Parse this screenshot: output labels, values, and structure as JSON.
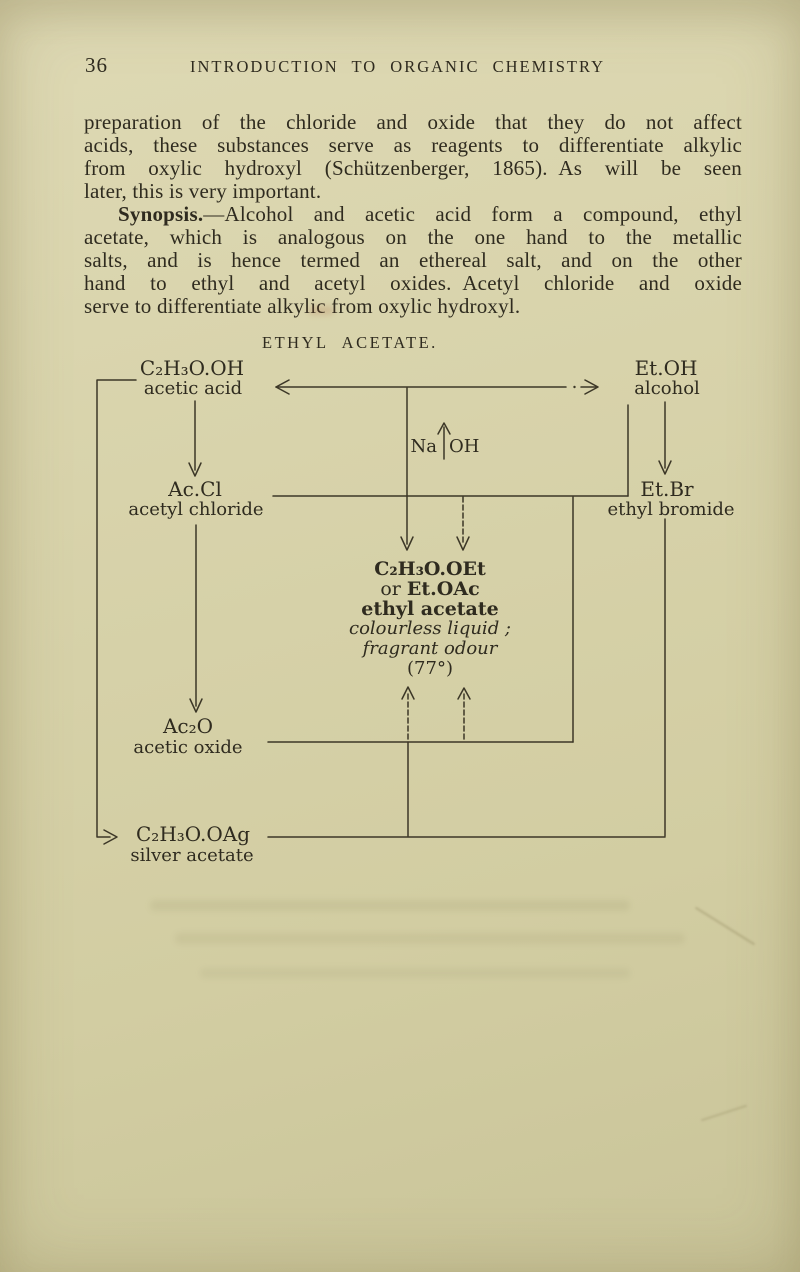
{
  "page": {
    "page_number": "36",
    "running_title": "INTRODUCTION TO ORGANIC CHEMISTRY"
  },
  "paragraphs": {
    "p1_lines": [
      "preparation of the chloride and oxide that they do not affect",
      "acids, these substances serve as reagents to differentiate alkylic",
      "from oxylic hydroxyl (Schützenberger, 1865). As will be seen",
      "later, this is very important."
    ],
    "p2_bold": "Synopsis.",
    "p2_rest": "—Alcohol and acetic acid form a compound, ethyl",
    "p2_lines": [
      "acetate, which is analogous on the one hand to the metallic",
      "salts, and is hence termed an ethereal salt, and on the other",
      "hand to ethyl and acetyl oxides. Acetyl chloride and oxide",
      "serve to differentiate alkylic from oxylic hydroxyl."
    ]
  },
  "section_title": "ETHYL ACETATE.",
  "diagram": {
    "acetic_acid": {
      "formula": "C₂H₃O.OH",
      "name": "acetic acid"
    },
    "alcohol": {
      "formula": "Et.OH",
      "name": "alcohol"
    },
    "reagent": {
      "na": "Na",
      "oh": "OH"
    },
    "acetyl_chloride": {
      "formula": "Ac.Cl",
      "name": "acetyl chloride"
    },
    "ethyl_bromide": {
      "formula": "Et.Br",
      "name": "ethyl bromide"
    },
    "acetic_oxide": {
      "formula": "Ac₂O",
      "name": "acetic oxide"
    },
    "silver_acetate": {
      "formula": "C₂H₃O.OAg",
      "name": "silver acetate"
    },
    "product": {
      "formula": "C₂H₃O.OEt",
      "or_word": "or",
      "alt_formula": "Et.OAc",
      "name": "ethyl acetate",
      "property1": "colourless liquid ;",
      "property2": "fragrant odour",
      "boiling_point": "(77°)"
    }
  },
  "colors": {
    "paper": "#d5d0a6",
    "ink": "#3c3727"
  }
}
